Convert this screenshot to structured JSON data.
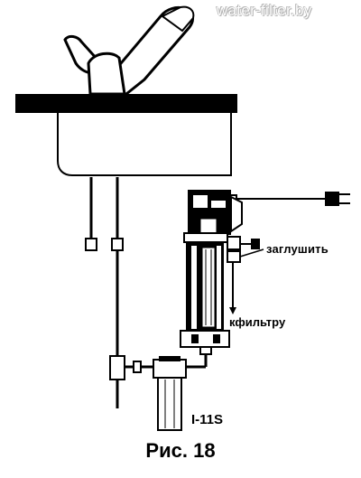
{
  "watermark": "water-filter.by",
  "labels": {
    "plug": "заглушить",
    "to_filter": "кфильтру",
    "filter_model": "I-11S"
  },
  "caption": "Рис. 18"
}
